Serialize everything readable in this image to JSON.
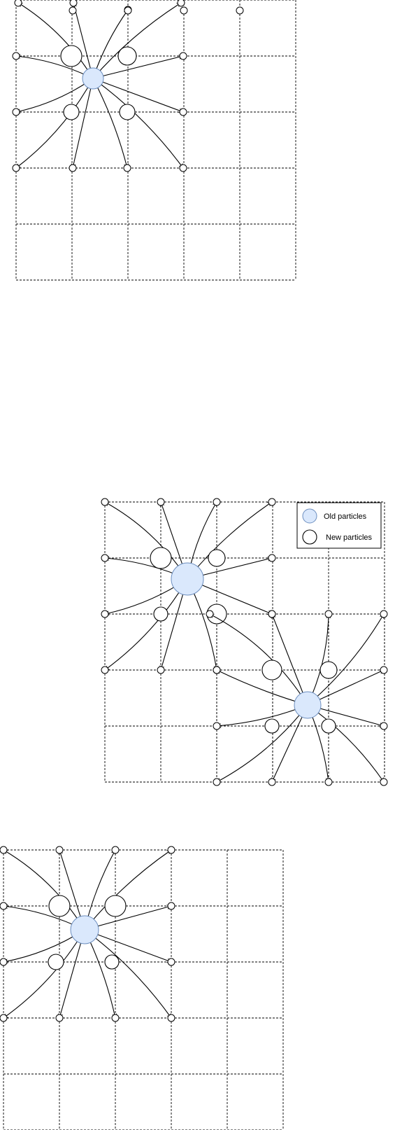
{
  "legend": {
    "old_label": "Old particles",
    "new_label": "New particles"
  },
  "colors": {
    "old_particle_fill": "#dae8fc",
    "old_particle_stroke": "#6c8ebf",
    "new_particle_fill": "#ffffff",
    "line": "#000000"
  },
  "diagrams": [
    {
      "name": "diagram-top",
      "sources": 1
    },
    {
      "name": "diagram-middle",
      "sources": 2
    },
    {
      "name": "diagram-bottom",
      "sources": 1
    }
  ]
}
